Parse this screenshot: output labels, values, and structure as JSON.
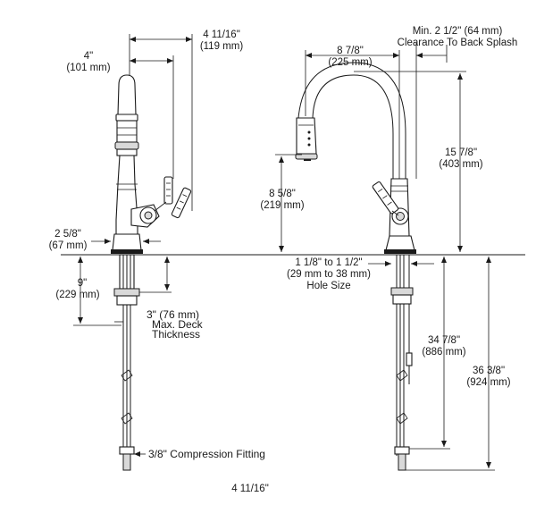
{
  "dimensions": {
    "side_width_total": [
      "4 11/16\"",
      "(119 mm)"
    ],
    "side_width_spout": [
      "4\"",
      "(101 mm)"
    ],
    "base_diameter": [
      "2 5/8\"",
      "(67 mm)"
    ],
    "below_deck_depth": [
      "9\"",
      "(229 mm)"
    ],
    "deck_thickness": [
      "3\" (76 mm)",
      "Max. Deck",
      "Thickness"
    ],
    "compression_fitting": "3/8\" Compression Fitting",
    "spout_reach": [
      "8 7/8\"",
      "(225 mm)"
    ],
    "backsplash_clearance": [
      "Min. 2 1/2\" (64 mm)",
      "Clearance To Back Splash"
    ],
    "overall_height": [
      "15 7/8\"",
      "(403 mm)"
    ],
    "spout_clearance_height": [
      "8 5/8\"",
      "(219 mm)"
    ],
    "hole_size": [
      "1 1/8\" to 1 1/2\"",
      "(29 mm to 38 mm)",
      "Hole Size"
    ],
    "supply_line_length": [
      "34 7/8\"",
      "(886 mm)"
    ],
    "hose_length": [
      "36 3/8\"",
      "(924 mm)"
    ],
    "bottom_caption": "4 11/16\""
  }
}
